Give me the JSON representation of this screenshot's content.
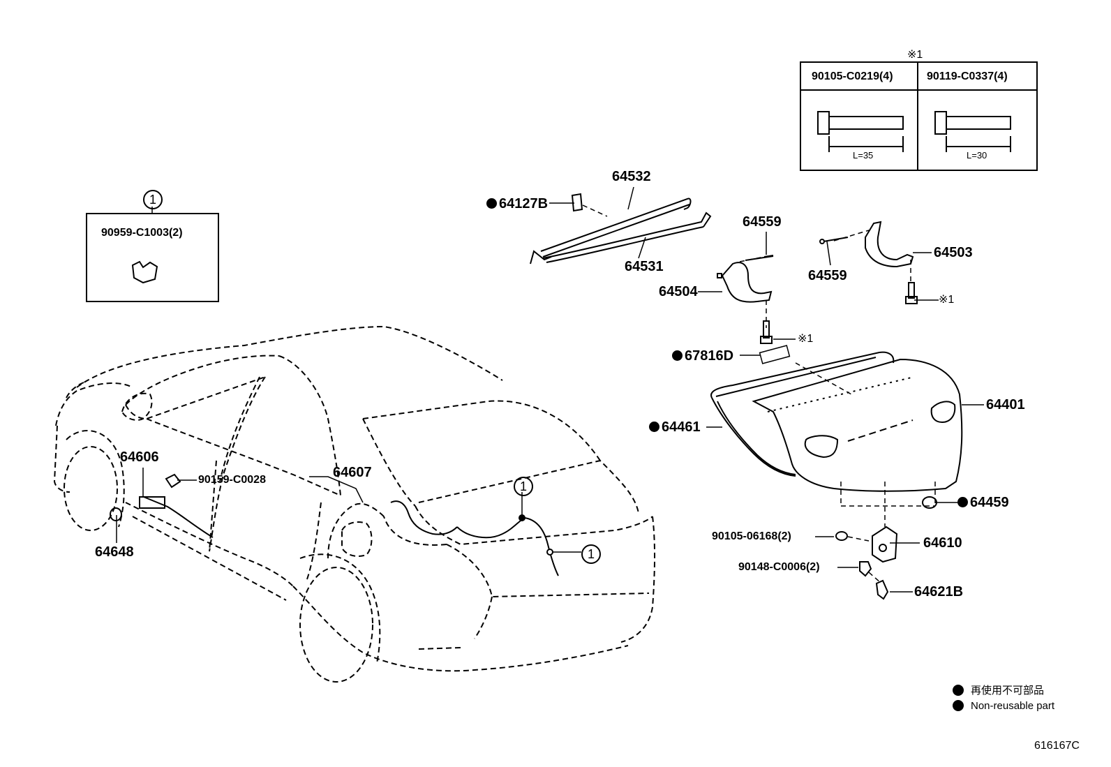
{
  "diagram_code": "616167C",
  "ref_one_symbol": "1",
  "ref_star_symbol": "※1",
  "box_ref1": {
    "header_symbol": "1",
    "part": "90959-C1003(2)"
  },
  "box_star1": {
    "header": "※1",
    "bolts": [
      {
        "part": "90105-C0219(4)",
        "length": "L=35"
      },
      {
        "part": "90119-C0337(4)",
        "length": "L=30"
      }
    ]
  },
  "labels": {
    "p64532": "64532",
    "p64127B": "64127B",
    "p64531": "64531",
    "p64559a": "64559",
    "p64559b": "64559",
    "p64503": "64503",
    "p64504": "64504",
    "star_a": "※1",
    "star_b": "※1",
    "p67816D": "67816D",
    "p64401": "64401",
    "p64461": "64461",
    "p64606": "64606",
    "p90159": "90159-C0028",
    "p64607": "64607",
    "p64648": "64648",
    "p64459": "64459",
    "p90105_06168": "90105-06168(2)",
    "p64610": "64610",
    "p90148": "90148-C0006(2)",
    "p64621B": "64621B"
  },
  "legend": {
    "jp": "再使用不可部品",
    "en": "Non-reusable part"
  }
}
